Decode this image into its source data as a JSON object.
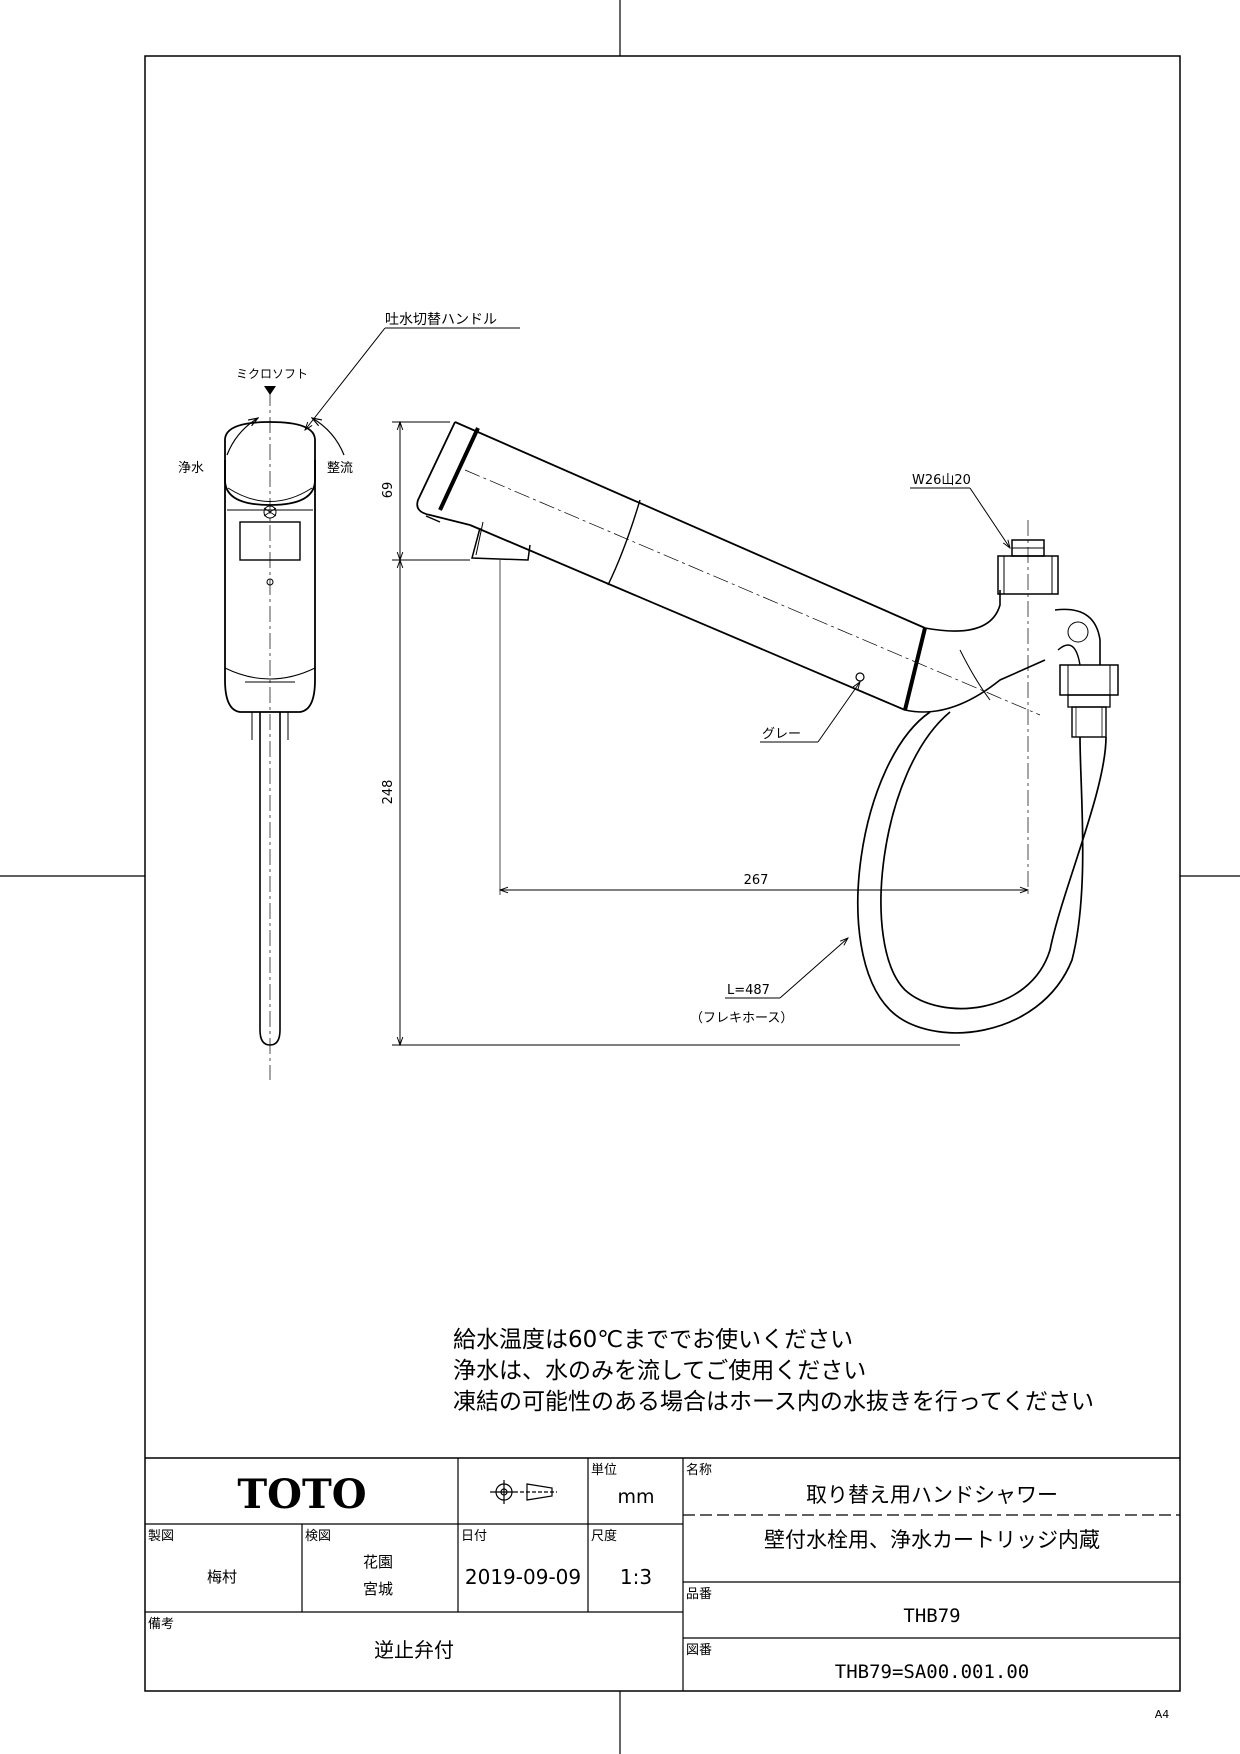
{
  "diagram": {
    "front_view": {
      "top_label": "ミクロソフト",
      "left_label": "浄水",
      "right_label": "整流"
    },
    "side_view": {
      "callouts": {
        "handle": "吐水切替ハンドル",
        "thread": "W26山20",
        "grey": "グレー",
        "hose_length": "L=487",
        "hose_name": "（フレキホース）"
      },
      "dimensions": {
        "height_top": "69",
        "height_body": "248",
        "reach": "267"
      }
    }
  },
  "notes": [
    "給水温度は60℃まででお使いください",
    "浄水は、水のみを流してご使用ください",
    "凍結の可能性のある場合はホース内の水抜きを行ってください"
  ],
  "title_block": {
    "brand": "TOTO",
    "unit_label": "単位",
    "unit_value": "mm",
    "drawn_label": "製図",
    "drawn_value": "梅村",
    "checked_label": "検図",
    "checked_value_1": "花園",
    "checked_value_2": "宮城",
    "date_label": "日付",
    "date_value": "2019-09-09",
    "scale_label": "尺度",
    "scale_value": "1:3",
    "remarks_label": "備考",
    "remarks_value": "逆止弁付",
    "name_label": "名称",
    "name_line1": "取り替え用ハンドシャワー",
    "name_line2": "壁付水栓用、浄水カートリッジ内蔵",
    "product_label": "品番",
    "product_value": "THB79",
    "drawing_label": "図番",
    "drawing_value": "THB79=SA00.001.00"
  },
  "paper_size": "A4"
}
